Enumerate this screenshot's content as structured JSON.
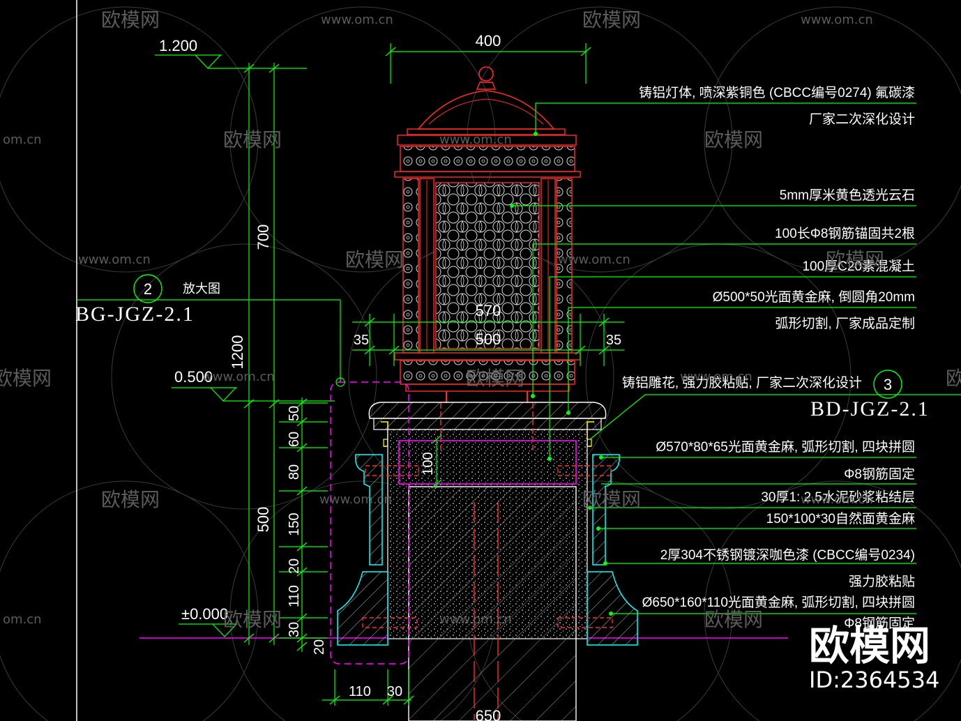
{
  "colors": {
    "background": "#000000",
    "white": "#ffffff",
    "green": "#00ff00",
    "red": "#ff2a2a",
    "magenta": "#ff00ff",
    "cyan": "#00ffff",
    "yellow": "#ffff00",
    "watermark": "#6b6b6b"
  },
  "levels": {
    "top": "1.200",
    "mid": "0.500",
    "ground": "±0.000"
  },
  "dims": {
    "top_width": "400",
    "v_700": "700",
    "v_1200": "1200",
    "v_500": "500",
    "w_570": "570",
    "w_500": "500",
    "w_35a": "35",
    "w_35b": "35",
    "v_50": "50",
    "v_60": "60",
    "v_80": "80",
    "v_150": "150",
    "v_20a": "20",
    "v_110": "110",
    "v_30": "30",
    "v_20b": "20",
    "h_100": "100",
    "b_110": "110",
    "b_30": "30",
    "b_650": "650"
  },
  "detail_2": {
    "number": "2",
    "ref": "BG-JGZ-2.1",
    "note": "放大图"
  },
  "detail_3": {
    "number": "3",
    "ref": "BD-JGZ-2.1"
  },
  "notes": [
    "铸铝灯体, 喷深紫铜色 (CBCC编号0274) 氟碳漆",
    "厂家二次深化设计",
    "5mm厚米黄色透光云石",
    "100长Φ8钢筋锚固共2根",
    "100厚C20素混凝土",
    "Ø500*50光面黄金麻, 倒圆角20mm",
    "弧形切割, 厂家成品定制",
    "铸铝雕花, 强力胶粘贴, 厂家二次深化设计",
    "Ø570*80*65光面黄金麻, 弧形切割, 四块拼圆",
    "Φ8钢筋固定",
    "30厚1: 2.5水泥砂浆粘结层",
    "150*100*30自然面黄金麻",
    "2厚304不锈钢镀深咖色漆 (CBCC编号0234)",
    "强力胶粘贴",
    "Ø650*160*110光面黄金麻, 弧形切割, 四块拼圆",
    "Φ8钢筋固定"
  ],
  "watermark": {
    "brand": "欧模网",
    "url": "www.om.cn",
    "url_short": "om.cn",
    "id": "ID:2364534"
  }
}
